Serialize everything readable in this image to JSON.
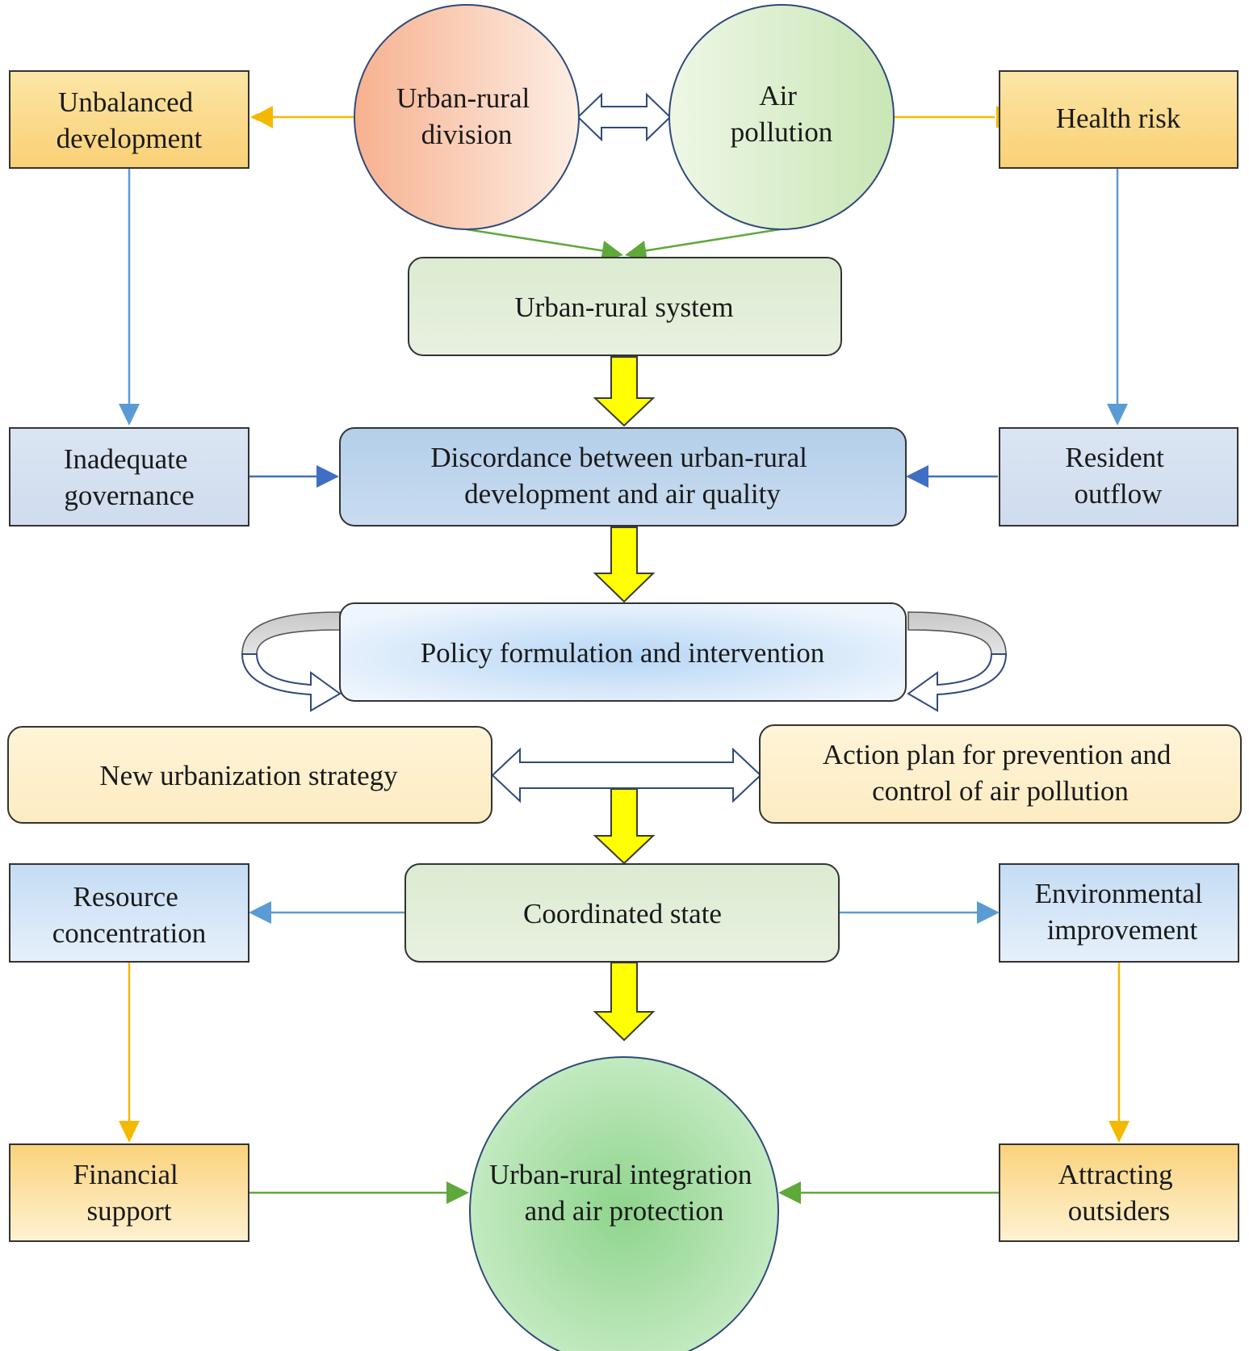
{
  "nodes": {
    "unbalanced": {
      "lines": [
        "Unbalanced",
        "development"
      ]
    },
    "division": {
      "lines": [
        "Urban-rural",
        "division"
      ]
    },
    "air_pollution": {
      "lines": [
        "Air",
        "pollution"
      ]
    },
    "health_risk": {
      "lines": [
        "Health risk"
      ]
    },
    "system": {
      "lines": [
        "Urban-rural system"
      ]
    },
    "inadequate": {
      "lines": [
        "Inadequate",
        "governance"
      ]
    },
    "discordance": {
      "lines": [
        "Discordance between urban-rural",
        "development and air quality"
      ]
    },
    "outflow": {
      "lines": [
        "Resident",
        "outflow"
      ]
    },
    "policy": {
      "lines": [
        "Policy formulation and intervention"
      ]
    },
    "new_urbanization": {
      "lines": [
        "New urbanization strategy"
      ]
    },
    "action_plan": {
      "lines": [
        "Action plan for prevention and",
        "control of air pollution"
      ]
    },
    "resource": {
      "lines": [
        "Resource",
        "concentration"
      ]
    },
    "coordinated": {
      "lines": [
        "Coordinated state"
      ]
    },
    "environmental": {
      "lines": [
        "Environmental",
        "improvement"
      ]
    },
    "financial": {
      "lines": [
        "Financial",
        "support"
      ]
    },
    "integration": {
      "lines": [
        "Urban-rural integration",
        "and air protection"
      ]
    },
    "attracting": {
      "lines": [
        "Attracting",
        "outsiders"
      ]
    }
  },
  "colors": {
    "orange_arrow": "#f5b800",
    "blue_arrow": "#5b9bd5",
    "dark_blue_arrow": "#3f6fc4",
    "green_arrow": "#5fa83a",
    "yellow_block_arrow": "#ffff00",
    "yellow_box_top": "#fce7a8",
    "yellow_box_bottom": "#f9d27a"
  }
}
